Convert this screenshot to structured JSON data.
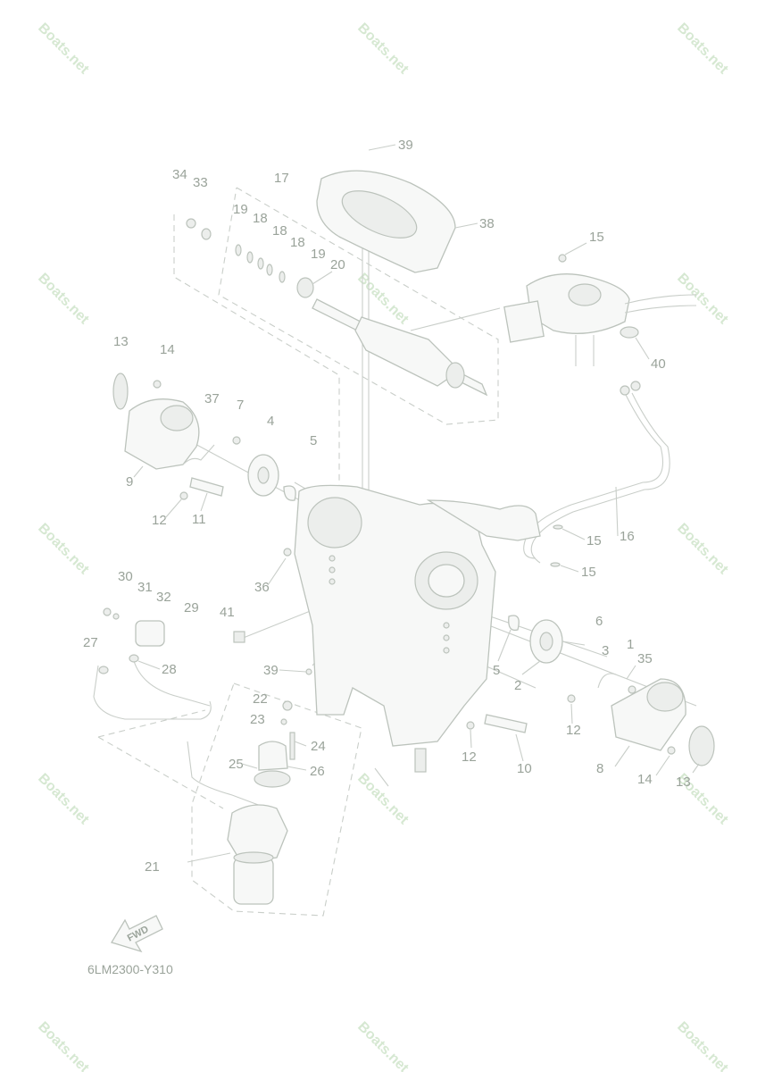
{
  "diagram": {
    "code": "6LM2300-Y310",
    "fwd_label": "FWD",
    "watermark_text": "Boats.net",
    "colors": {
      "line": "#c9cec9",
      "label": "#9aa39a",
      "watermark": "#d6e8d2"
    },
    "callouts": [
      {
        "id": "c1",
        "text": "1"
      },
      {
        "id": "c2",
        "text": "2"
      },
      {
        "id": "c3",
        "text": "3"
      },
      {
        "id": "c4",
        "text": "4"
      },
      {
        "id": "c5a",
        "text": "5"
      },
      {
        "id": "c5b",
        "text": "5"
      },
      {
        "id": "c6",
        "text": "6"
      },
      {
        "id": "c7",
        "text": "7"
      },
      {
        "id": "c8",
        "text": "8"
      },
      {
        "id": "c9",
        "text": "9"
      },
      {
        "id": "c10",
        "text": "10"
      },
      {
        "id": "c11",
        "text": "11"
      },
      {
        "id": "c12a",
        "text": "12"
      },
      {
        "id": "c12b",
        "text": "12"
      },
      {
        "id": "c12c",
        "text": "12"
      },
      {
        "id": "c13a",
        "text": "13"
      },
      {
        "id": "c13b",
        "text": "13"
      },
      {
        "id": "c14a",
        "text": "14"
      },
      {
        "id": "c14b",
        "text": "14"
      },
      {
        "id": "c15a",
        "text": "15"
      },
      {
        "id": "c15b",
        "text": "15"
      },
      {
        "id": "c15c",
        "text": "15"
      },
      {
        "id": "c16",
        "text": "16"
      },
      {
        "id": "c17",
        "text": "17"
      },
      {
        "id": "c18a",
        "text": "18"
      },
      {
        "id": "c18b",
        "text": "18"
      },
      {
        "id": "c18c",
        "text": "18"
      },
      {
        "id": "c19a",
        "text": "19"
      },
      {
        "id": "c19b",
        "text": "19"
      },
      {
        "id": "c20",
        "text": "20"
      },
      {
        "id": "c21",
        "text": "21"
      },
      {
        "id": "c22",
        "text": "22"
      },
      {
        "id": "c23",
        "text": "23"
      },
      {
        "id": "c24",
        "text": "24"
      },
      {
        "id": "c25",
        "text": "25"
      },
      {
        "id": "c26",
        "text": "26"
      },
      {
        "id": "c27",
        "text": "27"
      },
      {
        "id": "c28",
        "text": "28"
      },
      {
        "id": "c29",
        "text": "29"
      },
      {
        "id": "c30",
        "text": "30"
      },
      {
        "id": "c31",
        "text": "31"
      },
      {
        "id": "c32",
        "text": "32"
      },
      {
        "id": "c33",
        "text": "33"
      },
      {
        "id": "c34",
        "text": "34"
      },
      {
        "id": "c35",
        "text": "35"
      },
      {
        "id": "c36",
        "text": "36"
      },
      {
        "id": "c37",
        "text": "37"
      },
      {
        "id": "c38",
        "text": "38"
      },
      {
        "id": "c39a",
        "text": "39"
      },
      {
        "id": "c39b",
        "text": "39"
      },
      {
        "id": "c40",
        "text": "40"
      },
      {
        "id": "c41",
        "text": "41"
      }
    ]
  }
}
